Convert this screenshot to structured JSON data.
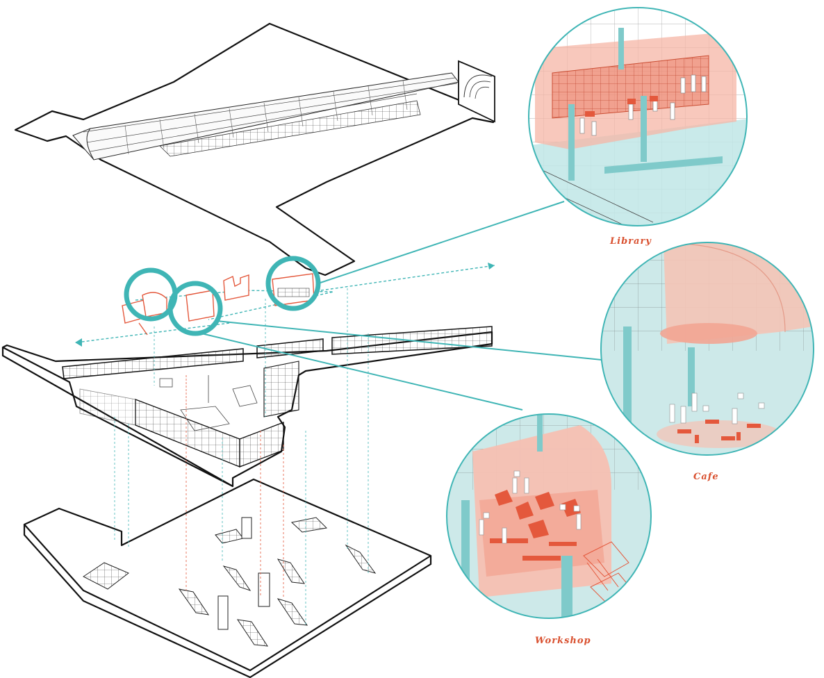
{
  "labels": {
    "library": "Library",
    "cafe": "Cafe",
    "workshop": "Workshop"
  },
  "colors": {
    "teal": "#3fb5b5",
    "teal_light": "#bfe6e6",
    "salmon": "#f2a594",
    "salmon_dark": "#e4583c",
    "label": "#d9502f",
    "line": "#111111"
  }
}
